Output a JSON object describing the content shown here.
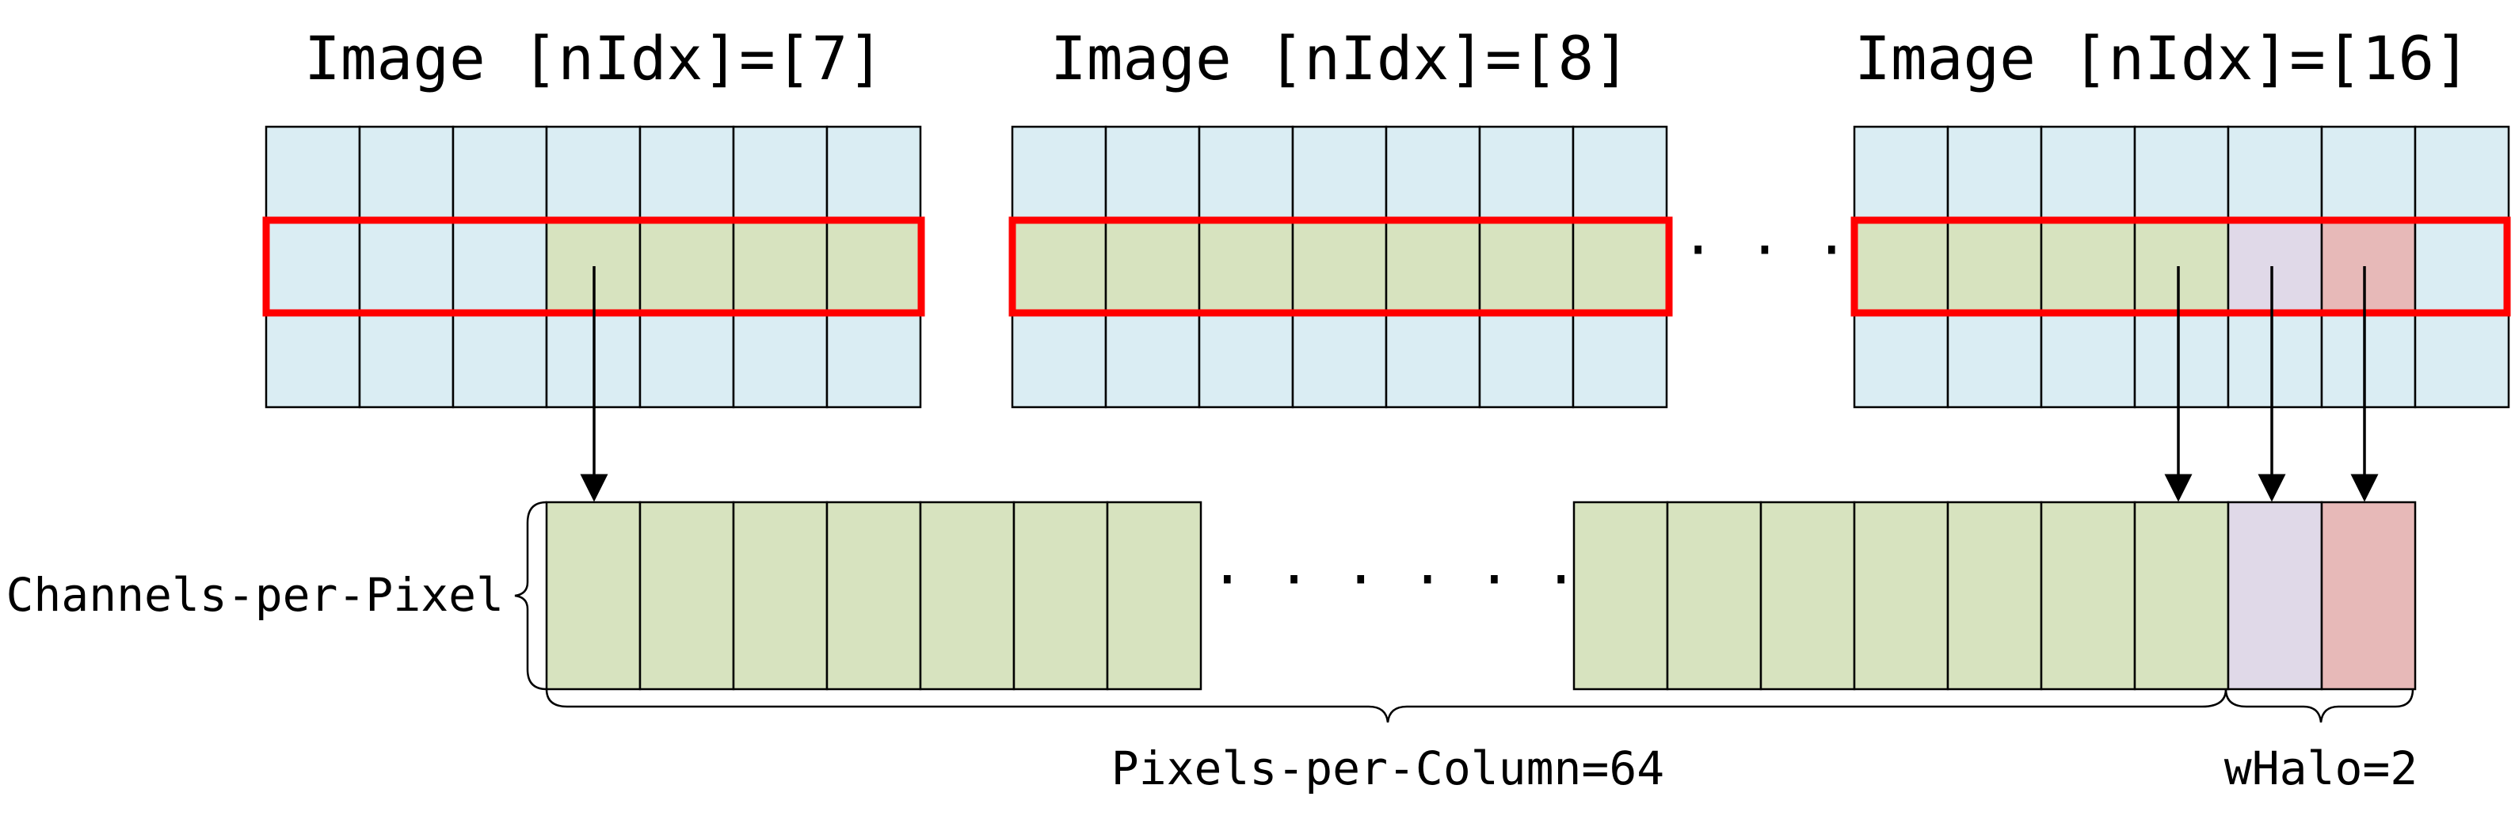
{
  "images": [
    {
      "title": "Image [nIdx]=[7]",
      "row_fill": [
        "blue",
        "blue",
        "blue",
        "green",
        "green",
        "green",
        "green"
      ]
    },
    {
      "title": "Image [nIdx]=[8]",
      "row_fill": [
        "green",
        "green",
        "green",
        "green",
        "green",
        "green",
        "green"
      ]
    },
    {
      "title": "Image [nIdx]=[16]",
      "row_fill": [
        "green",
        "green",
        "green",
        "green",
        "purple",
        "red",
        "blue"
      ]
    }
  ],
  "image_ellipsis": "· · ·",
  "column_ellipsis": "· · · · · ·",
  "labels": {
    "channels": "Channels-per-Pixel",
    "pixels": "Pixels-per-Column=64",
    "halo": "wHalo=2"
  },
  "colors": {
    "blue": "#daedf3",
    "green": "#d7e3bf",
    "purple": "#e0d9e8",
    "red": "#e7b9b8",
    "selection": "#ff0000"
  }
}
